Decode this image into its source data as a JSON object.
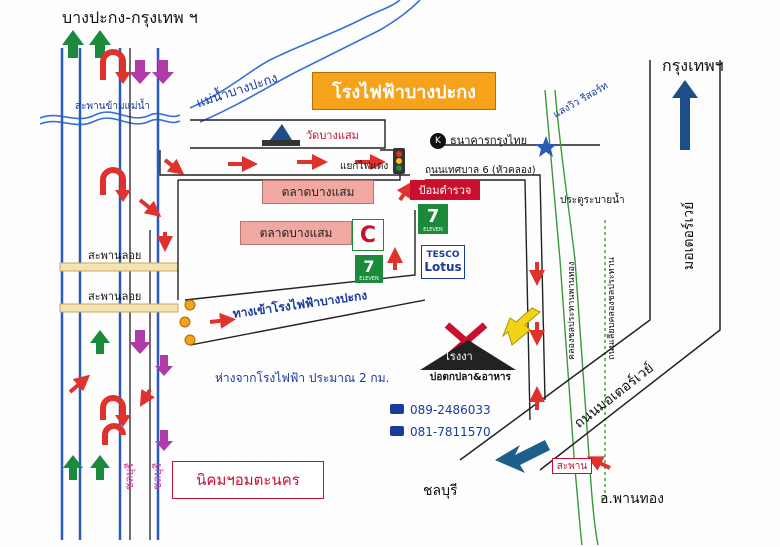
{
  "colors": {
    "road": "#2b5bb8",
    "red_arrow": "#e0322c",
    "green_arrow": "#1b8a3a",
    "pink_arrow": "#b03aa8",
    "orange_box": "#f6a21a",
    "river": "#3a6fd6",
    "canal": "#3a9a3a"
  },
  "labels": {
    "top_route": "บางปะกง-กรุงเทพ ฯ",
    "bridge_top": "สะพานข้ามแม่น้ำ",
    "river": "แม่น้ำบางปะกง",
    "power_plant": "โรงไฟฟ้าบางปะกง",
    "bangkok": "กรุงเทพฯ",
    "wat": "วัดบางแสม",
    "bank": "ธนาคารกรุงไทย",
    "resort": "แสงวิว รีสอร์ท",
    "traffic_light": "แยกไฟแดง",
    "road6": "ถนนเทศบาล 6 (หัวคลอง)",
    "police": "ป้อมตำรวจ",
    "market1": "ตลาดบางแสม",
    "market2": "ตลาดบางแสม",
    "bridge_mid1": "สะพานลอย",
    "bridge_mid2": "สะพานลอย",
    "entrance": "ทางเข้าโรงไฟฟ้าบางปะกง",
    "distance": "ห่างจากโรงไฟฟ้า ประมาณ 2 กม.",
    "phone1": "089-2486033",
    "phone2": "081-7811570",
    "estate": "นิคมฯอมตะนคร",
    "chonburi_pink1": "ชลบุรี",
    "chonburi_pink2": "ชลบุรี",
    "chonburi": "ชลบุรี",
    "panthong": "อ.พานทอง",
    "motorway_upper": "มอเตอร์เวย์",
    "motorway_lower": "ถนนมอเตอร์เวย์",
    "water_gate": "ประตูระบายน้ำ",
    "canal_road1": "คลองชลประทานพานทอง",
    "canal_road2": "ถนนเลียบคลองชลประทาน",
    "bridge_small": "สะพาน",
    "factory_name": "โรงงา",
    "factory_sub": "บ่อตกปลา&อาหาร",
    "store_711": "7",
    "store_711_sub": "ELEVEN",
    "tesco": "TESCO",
    "lotus": "Lotus"
  }
}
